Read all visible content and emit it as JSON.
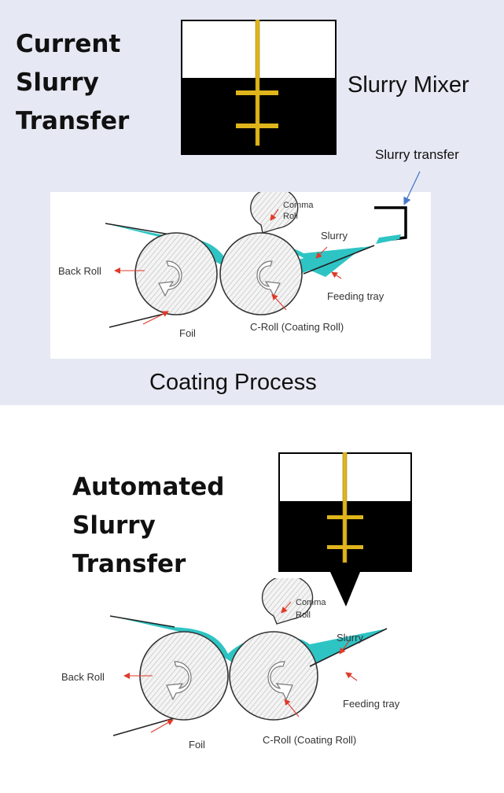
{
  "current": {
    "heading": [
      "Current",
      "Slurry",
      "Transfer"
    ],
    "mixer_label": "Slurry Mixer",
    "transfer_label": "Slurry transfer",
    "process_label": "Coating Process",
    "diagram": {
      "comma": [
        "Comma",
        "Roll"
      ],
      "slurry": "Slurry",
      "back_roll": "Back Roll",
      "feeding_tray": "Feeding tray",
      "c_roll": "C-Roll (Coating Roll)",
      "foil": "Foil"
    }
  },
  "automated": {
    "heading": [
      "Automated",
      "Slurry",
      "Transfer"
    ],
    "diagram": {
      "comma": [
        "Comma",
        "Roll"
      ],
      "slurry": "Slurry",
      "back_roll": "Back Roll",
      "feeding_tray": "Feeding tray",
      "c_roll": "C-Roll (Coating Roll)",
      "foil": "Foil"
    }
  },
  "colors": {
    "slurry": "#2ec4c4",
    "shaft": "#e0b51c",
    "arrow_red": "#e03a2a",
    "arrow_blue": "#4a78c8",
    "panel_bg": "#e6e9f3"
  },
  "icons": [
    "mixer-tank-icon",
    "coating-roll-icon",
    "arrow-icon"
  ]
}
